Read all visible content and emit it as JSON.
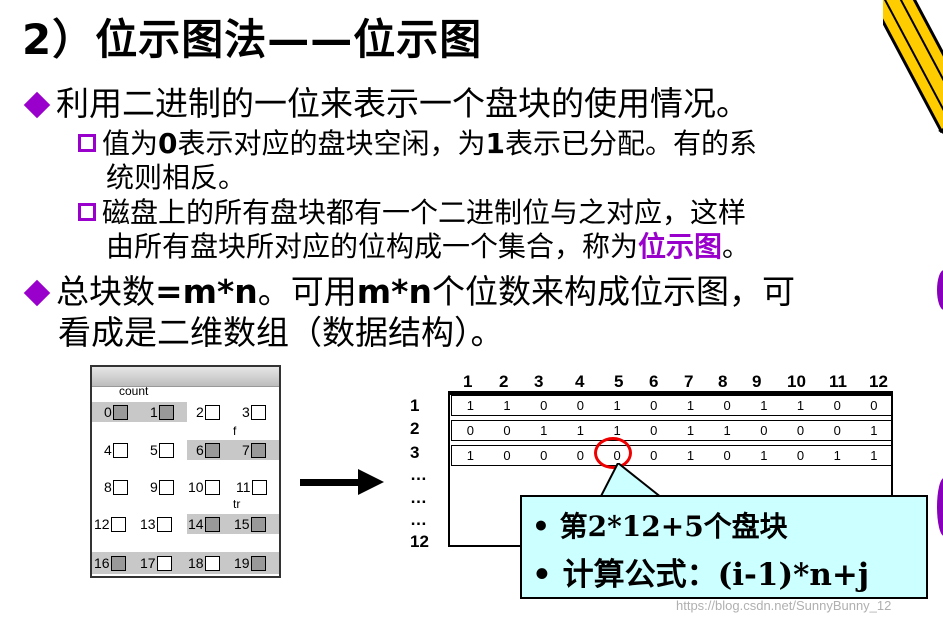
{
  "title": "2）位示图法——位示图",
  "bullets": {
    "b1": "利用二进制的一位来表示一个盘块的使用情况。",
    "s1_a": "值为",
    "s1_0": "0",
    "s1_b": "表示对应的盘块空闲，为",
    "s1_1": "1",
    "s1_c": "表示已分配。有的系",
    "s1_cont": "统则相反。",
    "s2_a": "磁盘上的所有盘块都有一个二进制位与之对应，这样",
    "s2_cont": "由所有盘块所对应的位构成一个集合，称为",
    "s2_hl": "位示图",
    "s2_end": "。",
    "b2_a": "总块数",
    "b2_eq": "=m*n",
    "b2_b": "。可用",
    "b2_mn": "m*n",
    "b2_c": "个位数来构成位示图，可",
    "b2_cont": "看成是二维数组（数据结构）。"
  },
  "disk": {
    "count_label": "count",
    "f_label": "f",
    "tr_label": "tr",
    "blocks": [
      "0",
      "1",
      "2",
      "3",
      "4",
      "5",
      "6",
      "7",
      "8",
      "9",
      "10",
      "11",
      "12",
      "13",
      "14",
      "15",
      "16",
      "17",
      "18",
      "19"
    ]
  },
  "bitmap": {
    "columns": [
      "1",
      "2",
      "3",
      "4",
      "5",
      "6",
      "7",
      "8",
      "9",
      "10",
      "11",
      "12"
    ],
    "rows": [
      "1",
      "2",
      "3",
      "…",
      "…",
      "…",
      "12"
    ],
    "bits": [
      [
        "1",
        "1",
        "0",
        "0",
        "1",
        "0",
        "1",
        "0",
        "1",
        "1",
        "0",
        "0"
      ],
      [
        "0",
        "0",
        "1",
        "1",
        "1",
        "0",
        "1",
        "1",
        "0",
        "0",
        "0",
        "1"
      ],
      [
        "1",
        "0",
        "0",
        "0",
        "0",
        "0",
        "1",
        "0",
        "1",
        "0",
        "1",
        "1"
      ]
    ]
  },
  "callout": {
    "line1": "• 第2*12+5个盘块",
    "line2": "• 计算公式：(i-1)*n+j"
  },
  "watermark": "https://blog.csdn.net/SunnyBunny_12",
  "colors": {
    "accent": "#9900cc",
    "callout_bg": "#ccffff",
    "highlight": "#e00000"
  }
}
